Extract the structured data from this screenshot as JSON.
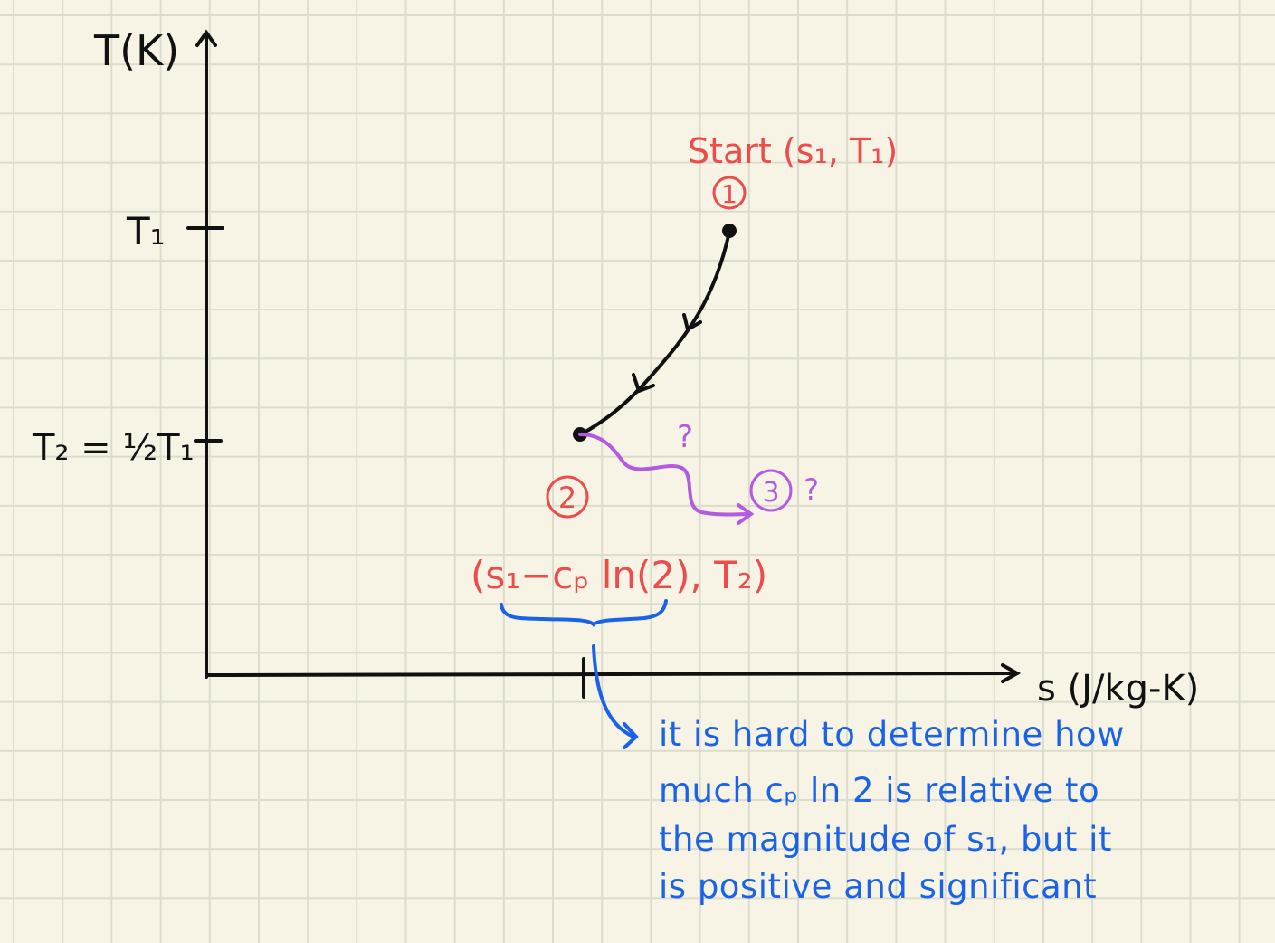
{
  "axes": {
    "y_label": "T(K)",
    "x_label": "s (J/kg-K)",
    "y_tick_t1": "T₁",
    "y_tick_t2": "T₂ = ½T₁"
  },
  "points": {
    "start_label": "Start (s₁, T₁)",
    "point1_number": "1",
    "point2_number": "2",
    "point2_coords": "(s₁−cₚ ln(2), T₂)",
    "point3_number": "3",
    "point3_question": "?",
    "path_question": "?"
  },
  "annotation": {
    "lines": [
      "it is hard to determine how",
      "much cₚ ln 2 is relative to",
      "the magnitude of s₁, but it",
      "is positive and significant"
    ]
  },
  "colors": {
    "paper": "#f7f4e6",
    "grid": "#dcdccd",
    "ink_black": "#111111",
    "ink_red": "#ee4b4b",
    "ink_purple": "#b45ae0",
    "ink_blue": "#1a63e8"
  }
}
